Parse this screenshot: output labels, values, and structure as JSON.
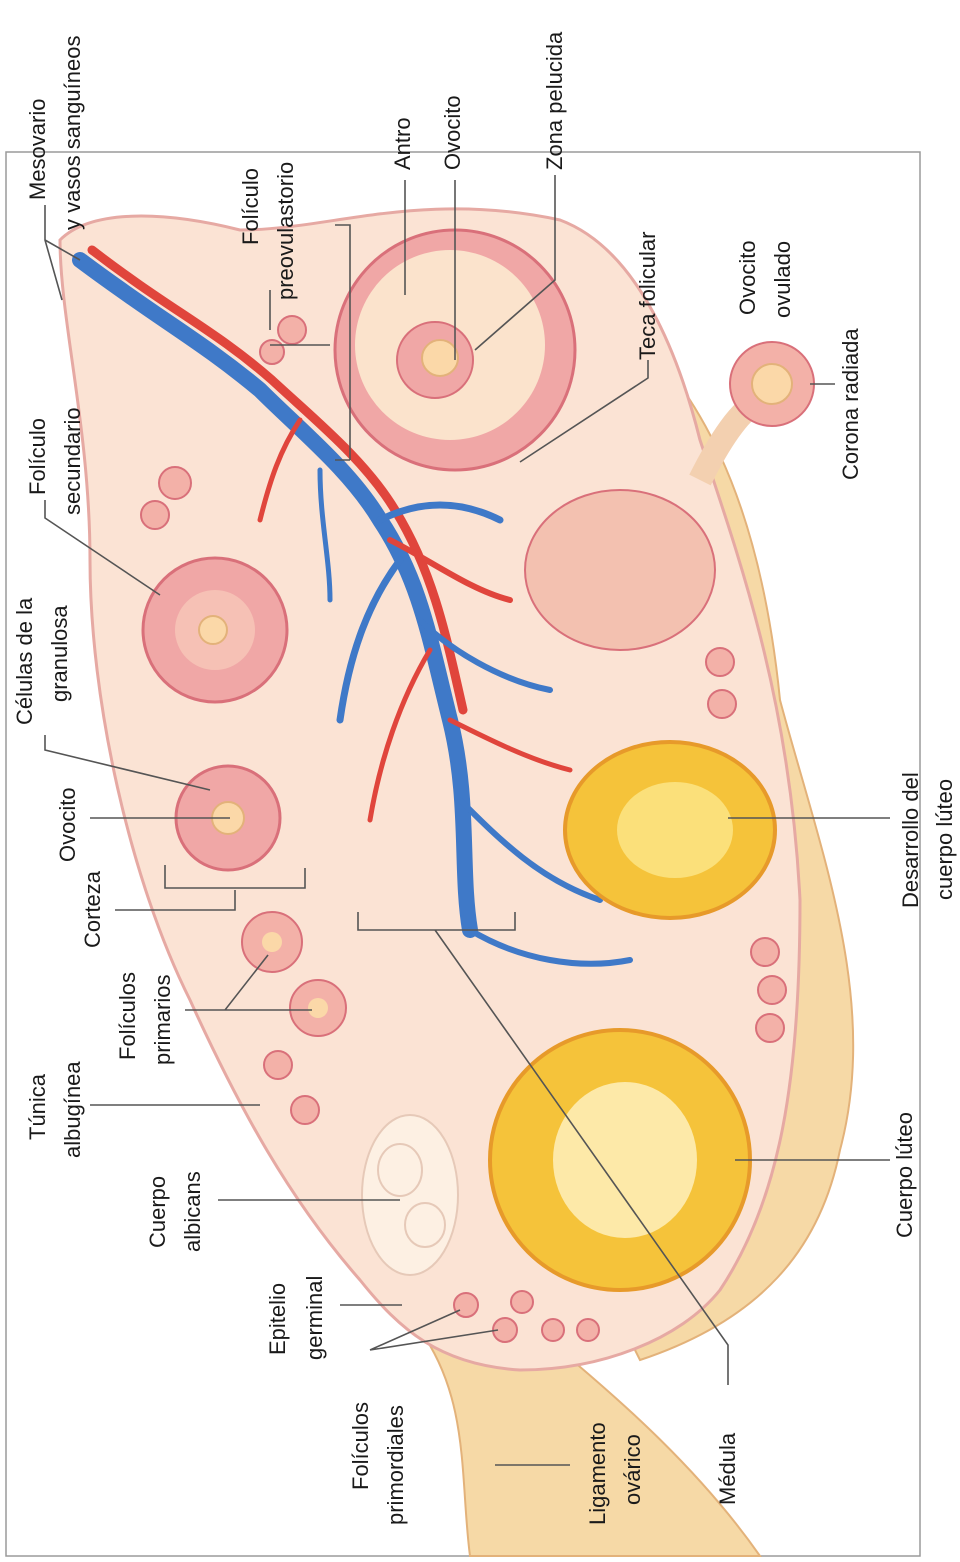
{
  "labels": {
    "mesovario_1": "Mesovario",
    "mesovario_2": "y vasos sanguíneos",
    "preovulatorio_1": "Folículo",
    "preovulatorio_2": "preovulastorio",
    "antro": "Antro",
    "ovocito_top": "Ovocito",
    "zona_pelucida": "Zona pelucida",
    "teca_folicular": "Teca folicular",
    "ovocito_ovulado_1": "Ovocito",
    "ovocito_ovulado_2": "ovulado",
    "corona_radiada": "Corona radiada",
    "secundario_1": "Folículo",
    "secundario_2": "secundario",
    "granulosa_1": "Células de la",
    "granulosa_2": "granulosa",
    "ovocito_left": "Ovocito",
    "corteza": "Corteza",
    "primarios_1": "Folículos",
    "primarios_2": "primarios",
    "tunica_1": "Túnica",
    "tunica_2": "albugínea",
    "albicans_1": "Cuerpo",
    "albicans_2": "albicans",
    "epitelio_1": "Epitelio",
    "epitelio_2": "germinal",
    "primordiales_1": "Folículos",
    "primordiales_2": "primordiales",
    "ligamento_1": "Ligamento",
    "ligamento_2": "ovárico",
    "medula": "Médula",
    "cuerpo_luteo": "Cuerpo lúteo",
    "desarrollo_1": "Desarrollo del",
    "desarrollo_2": "cuerpo lúteo"
  },
  "colors": {
    "stroma": "#fbe3d4",
    "capsule": "#f6d9a6",
    "follicle": "#f0a7a6",
    "follicle_edge": "#d9707a",
    "oocyte": "#fbd8a8",
    "artery": "#e0453c",
    "vein": "#3f79c8",
    "luteum": "#f5c33a",
    "luteum_edge": "#e79a2a",
    "albicans": "#fdf0e3",
    "leader": "#555555"
  }
}
